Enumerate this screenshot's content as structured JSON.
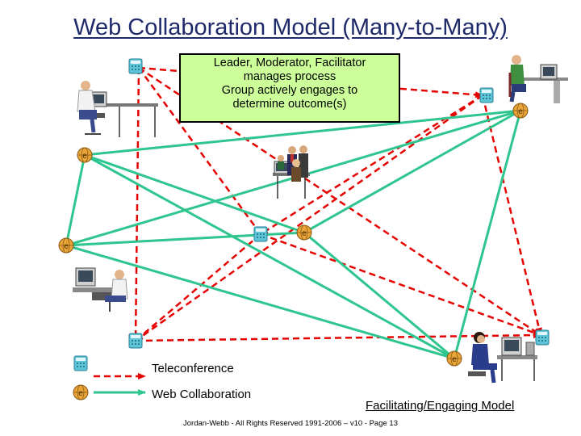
{
  "title": "Web Collaboration Model (Many-to-Many)",
  "leader_box": {
    "lines": [
      "Leader, Moderator, Facilitator",
      "manages process",
      "Group actively engages to",
      "determine outcome(s)"
    ],
    "fill": "#ccff99"
  },
  "legend": {
    "teleconference": "Teleconference",
    "web_collaboration": "Web Collaboration"
  },
  "caption": "Facilitating/Engaging Model",
  "footer": "Jordan-Webb - All Rights Reserved 1991-2006 – v10 - Page 13",
  "colors": {
    "title": "#1f2a6b",
    "teleconference_line": "#e60000",
    "web_line": "#2ec58f",
    "phone_icon": "#5ec4d8",
    "web_node_icon": "#e9a43a"
  }
}
